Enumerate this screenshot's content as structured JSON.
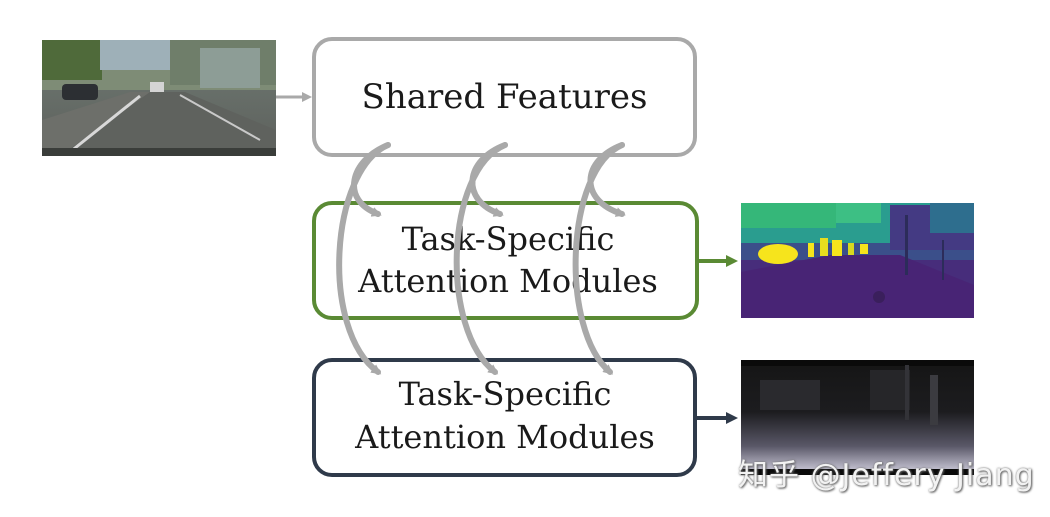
{
  "shared_box": {
    "label": "Shared Features",
    "color": "#a9a9a9"
  },
  "module_box_1": {
    "line1": "Task-Specific",
    "line2": "Attention Modules",
    "color": "#5a8a34"
  },
  "module_box_2": {
    "line1": "Task-Specific",
    "line2": "Attention Modules",
    "color": "#2f3a4a"
  },
  "input_image": {
    "icon": "street-scene-photo"
  },
  "output_segmentation": {
    "icon": "semantic-segmentation-map"
  },
  "output_depth": {
    "icon": "depth-map"
  },
  "watermark": {
    "text": "知乎 @Jeffery Jiang"
  }
}
